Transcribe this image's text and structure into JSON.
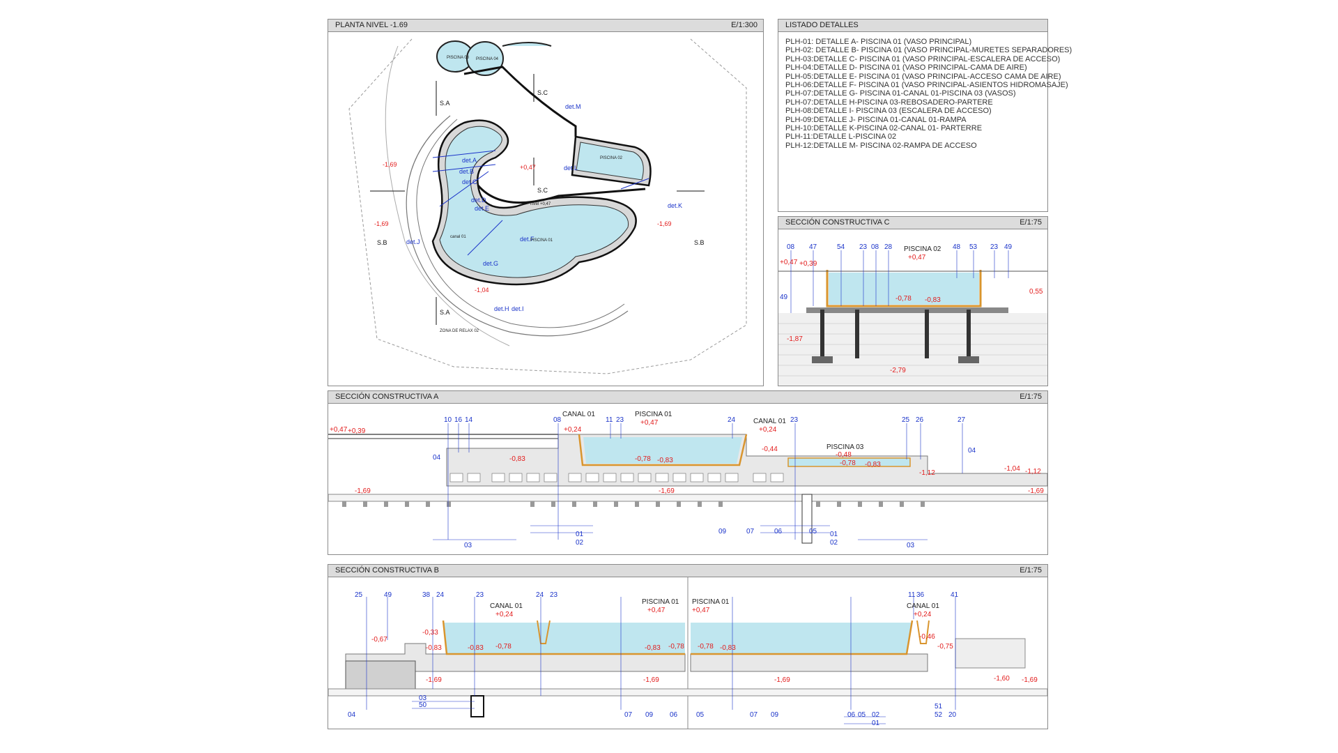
{
  "panels": {
    "plan": {
      "title": "PLANTA NIVEL -1.69",
      "scale": "E/1:300"
    },
    "list": {
      "title": "LISTADO DETALLES"
    },
    "secC": {
      "title": "SECCIÓN CONSTRUCTIVA C",
      "scale": "E/1:75"
    },
    "secA": {
      "title": "SECCIÓN CONSTRUCTIVA A",
      "scale": "E/1:75"
    },
    "secB": {
      "title": "SECCIÓN CONSTRUCTIVA B",
      "scale": "E/1:75"
    }
  },
  "details": [
    "PLH-01: DETALLE A-  PISCINA 01 (VASO PRINCIPAL)",
    "PLH-02: DETALLE B-  PISCINA 01 (VASO PRINCIPAL-MURETES SEPARADORES)",
    "PLH-03:DETALLE C- PISCINA 01 (VASO PRINCIPAL-ESCALERA DE ACCESO)",
    "PLH-04:DETALLE D- PISCINA 01 (VASO PRINCIPAL-CAMA DE AIRE)",
    "PLH-05:DETALLE E- PISCINA 01 (VASO PRINCIPAL-ACCESO CAMA DE AIRE)",
    "PLH-06:DETALLE F- PISCINA 01 (VASO PRINCIPAL-ASIENTOS HIDROMASAJE)",
    "PLH-07:DETALLE G- PISCINA 01-CANAL 01-PISCINA 03 (VASOS)",
    "PLH-07:DETALLE H-PISCINA 03-REBOSADERO-PARTERE",
    "PLH-08:DETALLE I- PISCINA 03 (ESCALERA DE ACCESO)",
    "PLH-09:DETALLE J- PISCINA 01-CANAL 01-RAMPA",
    "PLH-10:DETALLE K-PISCINA 02-CANAL 01- PARTERRE",
    "PLH-11:DETALLE L-PISCINA 02",
    "PLH-12:DETALLE M- PISCINA 02-RAMPA DE ACCESO"
  ],
  "plan": {
    "levels": [
      "-1,69",
      "-1,69",
      "-1,69",
      "-1,04",
      "+0,47"
    ],
    "detail_tags": [
      "det.A",
      "det.B",
      "det.C",
      "det.D",
      "det.E",
      "det.F",
      "det.G",
      "det.H",
      "det.I",
      "det.J",
      "det.K",
      "det.L",
      "det.M"
    ],
    "section_marks": [
      "S.A",
      "S.A",
      "S.B",
      "S.B",
      "S.C",
      "S.C"
    ],
    "notes": [
      "PISCINA 03",
      "PISCINA 04",
      "PISCINA 02",
      "PISCINA 01",
      "ZONA DE RELAX 02",
      "nivel +0,47",
      "canal 01"
    ]
  },
  "secC": {
    "title_label": "PISCINA 02",
    "level_main": "+0,47",
    "top_refs": [
      "08",
      "47",
      "54",
      "23",
      "08",
      "28",
      "48",
      "53",
      "23",
      "49"
    ],
    "levels": [
      "+0,47",
      "+0,39",
      "-0,78",
      "-0,83",
      "-1,87",
      "-2,79",
      "0,55"
    ],
    "side_ref": "49"
  },
  "secA": {
    "labels": [
      "CANAL 01",
      "PISCINA 01",
      "CANAL 01",
      "PISCINA 03"
    ],
    "top_refs": [
      "10",
      "16",
      "14",
      "08",
      "11",
      "23",
      "24",
      "23",
      "25",
      "26",
      "27"
    ],
    "levels": [
      "+0,47",
      "+0,39",
      "-0,83",
      "-1,69",
      "+0,24",
      "+0,47",
      "-0,78",
      "-0,83",
      "-1,69",
      "+0,24",
      "-0,44",
      "-0,48",
      "-0,78",
      "-0,83",
      "-1,12",
      "-1,04",
      "-1,12",
      "-1,69"
    ],
    "bottom_refs": [
      "03",
      "01",
      "02",
      "09",
      "07",
      "06",
      "05",
      "01",
      "02",
      "03",
      "04",
      "04"
    ]
  },
  "secB": {
    "labels": [
      "CANAL 01",
      "PISCINA 01",
      "PISCINA 01",
      "CANAL 01"
    ],
    "top_refs": [
      "25",
      "49",
      "38",
      "24",
      "23",
      "24",
      "23",
      "11",
      "36",
      "41"
    ],
    "levels": [
      "-0,67",
      "-0,33",
      "-0,83",
      "+0,24",
      "-0,83",
      "-0,78",
      "-1,69",
      "-0,83",
      "-0,78",
      "-1,69",
      "+0,47",
      "+0,47",
      "-0,78",
      "-0,83",
      "-1,69",
      "+0,24",
      "-0,46",
      "-0,75",
      "-1,60",
      "-1,69"
    ],
    "bottom_refs": [
      "04",
      "03",
      "50",
      "07",
      "09",
      "06",
      "05",
      "07",
      "09",
      "06",
      "05",
      "02",
      "01",
      "51",
      "52",
      "20"
    ]
  },
  "colors": {
    "water": "#bfe6ef",
    "dim": "#1a33c9",
    "level": "#e21b1b",
    "liner": "#d9952e"
  }
}
